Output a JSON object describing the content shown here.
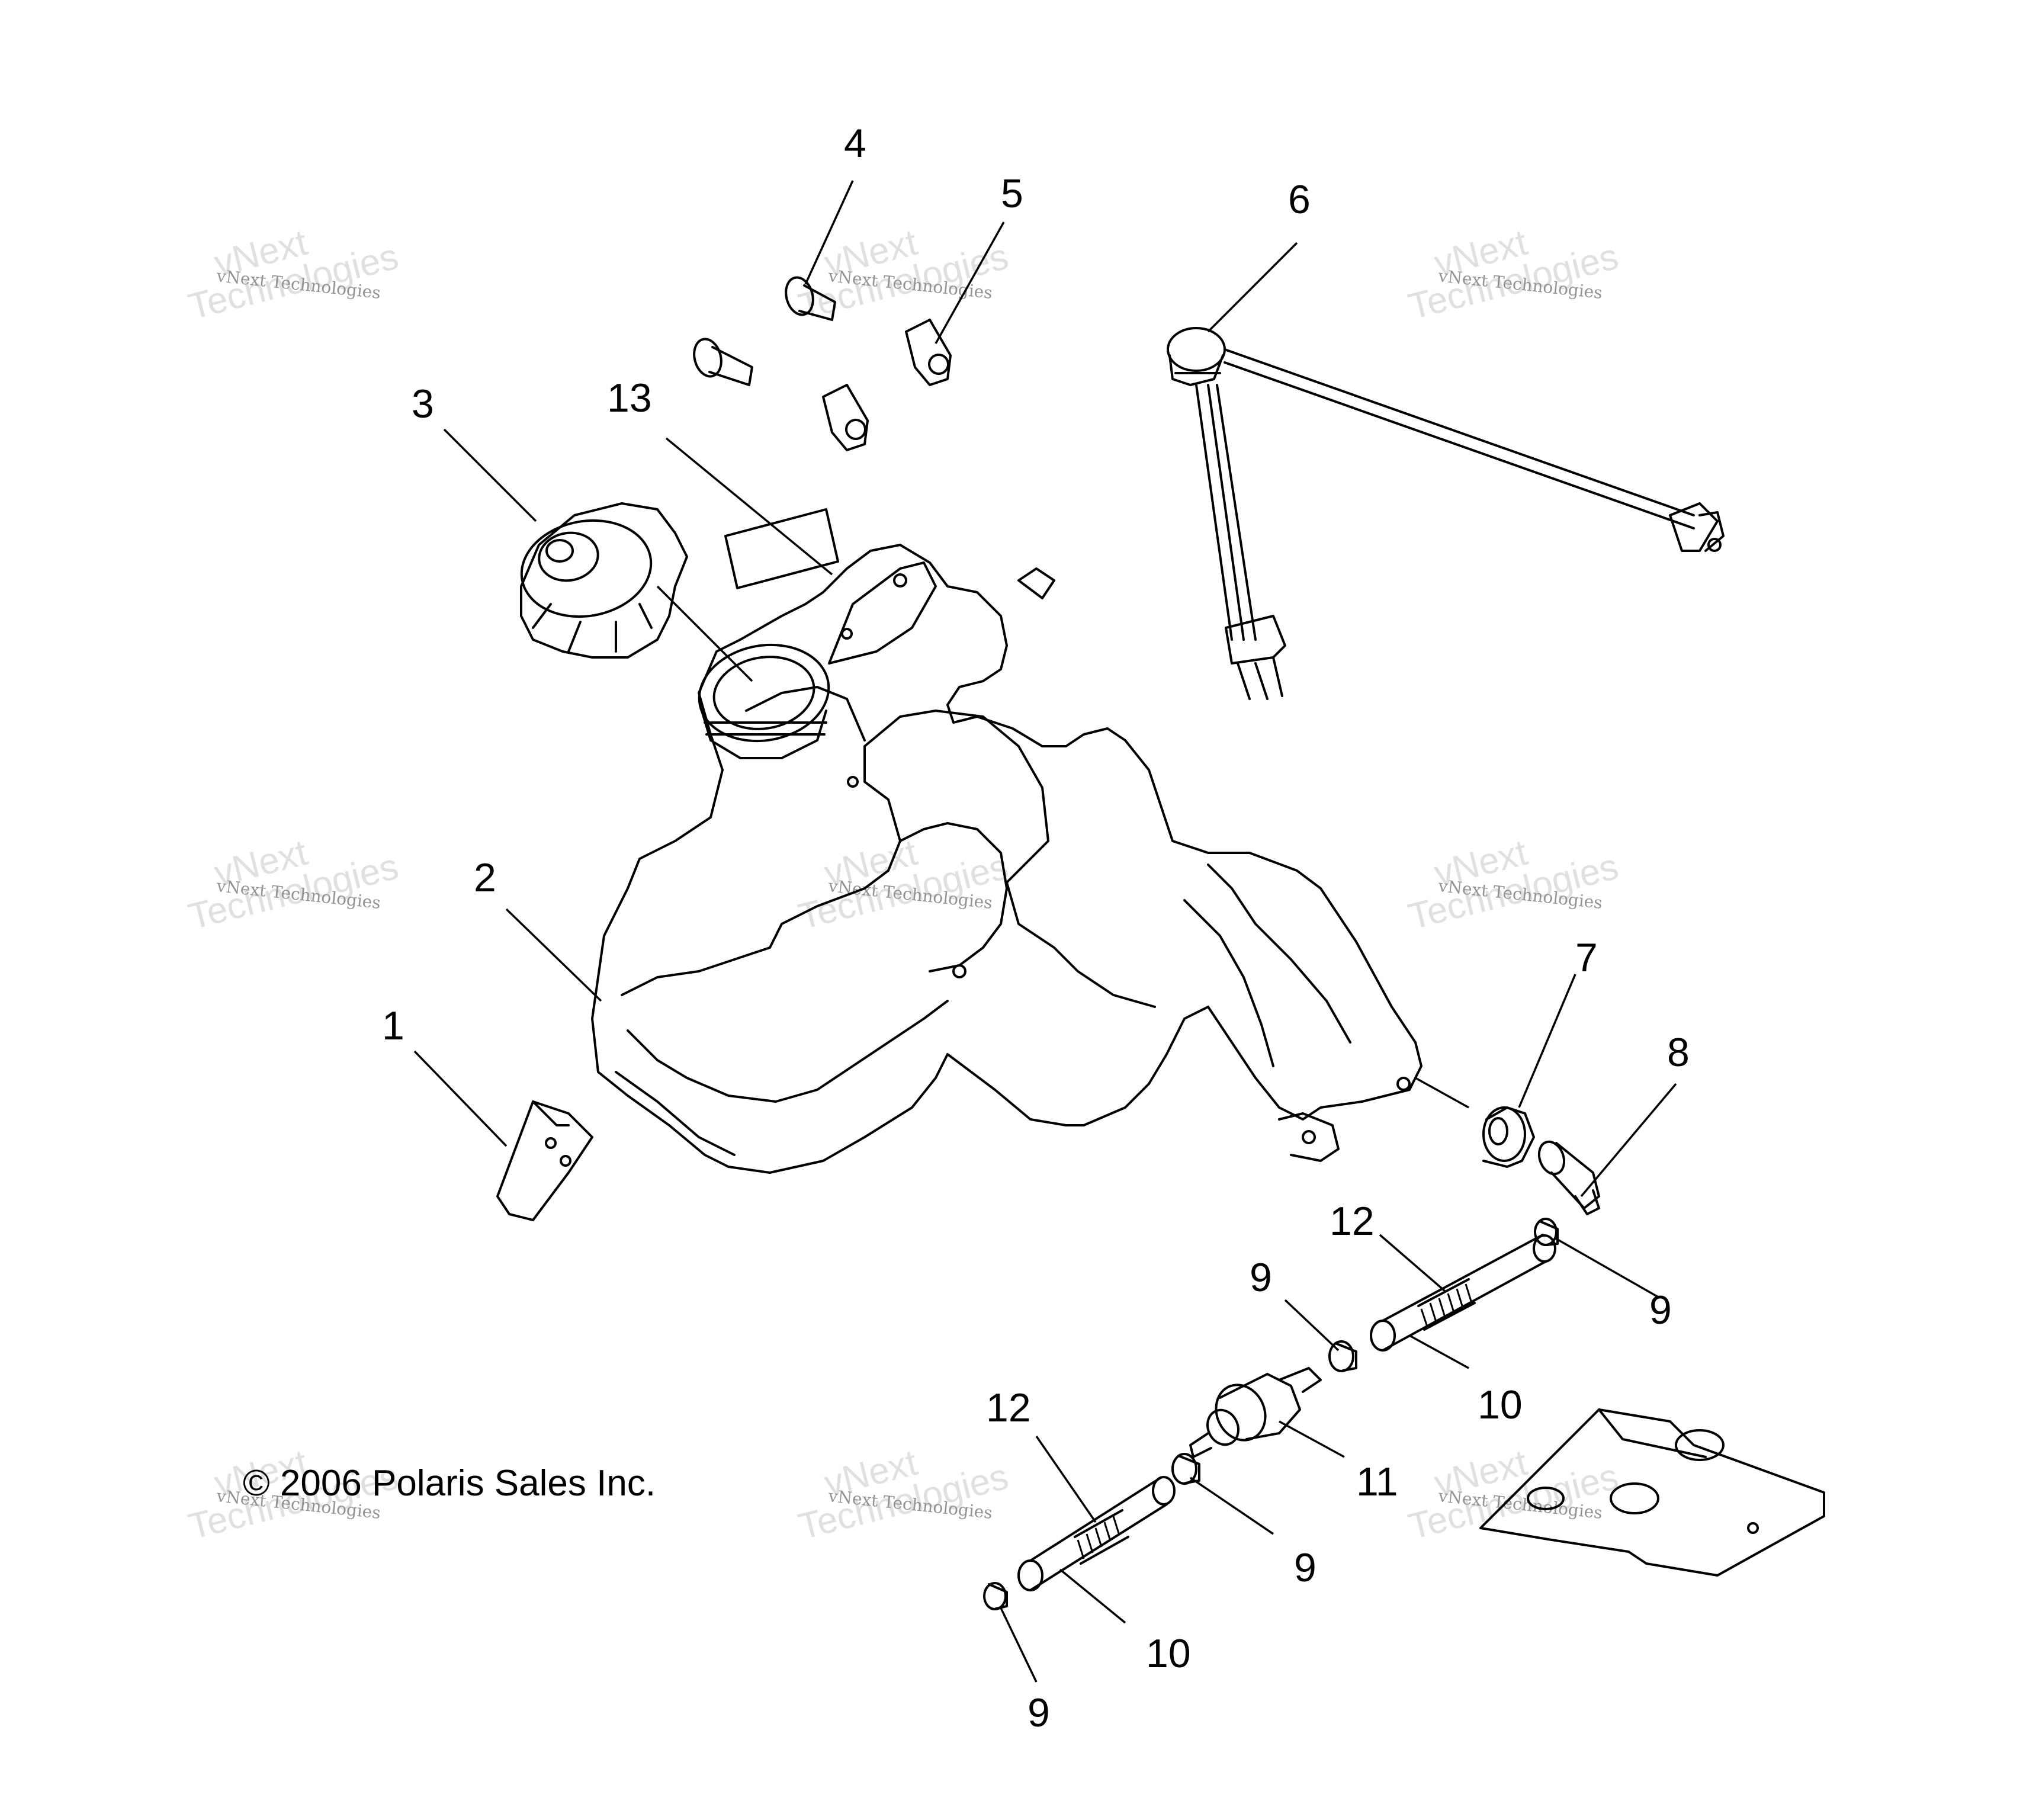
{
  "copyright": "© 2006 Polaris Sales Inc.",
  "watermark": {
    "top": "vNext",
    "main": "Technologies",
    "sub": "vNext Technologies"
  },
  "callouts": {
    "c1": "1",
    "c2": "2",
    "c3": "3",
    "c4": "4",
    "c5": "5",
    "c6": "6",
    "c7": "7",
    "c8": "8",
    "c9a": "9",
    "c9b": "9",
    "c9c": "9",
    "c9d": "9",
    "c10a": "10",
    "c10b": "10",
    "c11": "11",
    "c12a": "12",
    "c12b": "12",
    "c13": "13"
  }
}
